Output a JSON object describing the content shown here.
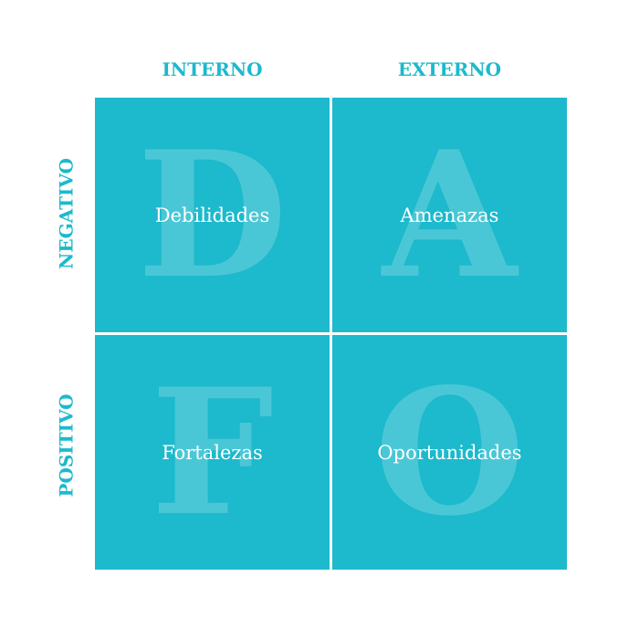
{
  "columns": [
    "INTERNO",
    "EXTERNO"
  ],
  "rows": [
    "NEGATIVO",
    "POSITIVO"
  ],
  "cells": [
    {
      "letter": "D",
      "label": "Debilidades"
    },
    {
      "letter": "A",
      "label": "Amenazas"
    },
    {
      "letter": "F",
      "label": "Fortalezas"
    },
    {
      "letter": "O",
      "label": "Oportunidades"
    }
  ],
  "colors": {
    "accent": "#1db9cc",
    "text": "#ffffff"
  }
}
